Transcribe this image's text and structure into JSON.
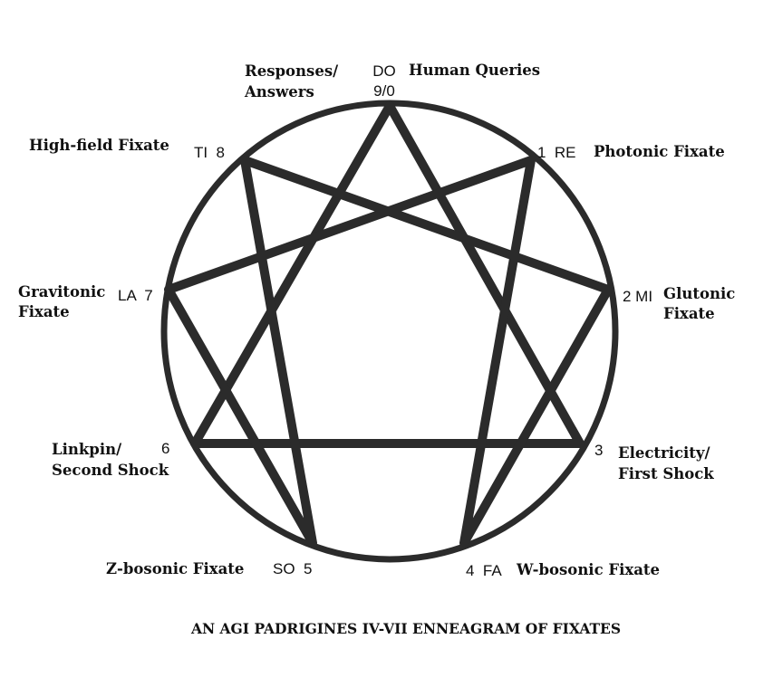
{
  "nodes": {
    "n9": {
      "note": "DO",
      "number": "9/0",
      "label_lines": [
        "Human Queries"
      ],
      "extra_lines": [
        "Responses/",
        "Answers"
      ]
    },
    "n1": {
      "tag": "1  RE",
      "label_lines": [
        "Photonic Fixate"
      ]
    },
    "n2": {
      "tag": "2 MI",
      "label_lines": [
        "Glutonic",
        "Fixate"
      ]
    },
    "n3": {
      "tag": "3",
      "label_lines": [
        "Electricity/",
        "First Shock"
      ]
    },
    "n4": {
      "tag": "4  FA",
      "label_lines": [
        "W-bosonic Fixate"
      ]
    },
    "n5": {
      "tag": "SO  5",
      "label_lines": [
        "Z-bosonic Fixate"
      ]
    },
    "n6": {
      "tag": "6",
      "label_lines": [
        "Linkpin/",
        "Second Shock"
      ]
    },
    "n7": {
      "tag": "LA  7",
      "label_lines": [
        "Gravitonic",
        "Fixate"
      ]
    },
    "n8": {
      "tag": "TI  8",
      "label_lines": [
        "High-field Fixate"
      ]
    }
  },
  "caption": "AN AGI PADRIGINES IV-VII ENNEAGRAM OF FIXATES",
  "colors": {
    "stroke": "#2b2b2b",
    "text": "#111111",
    "background": "#ffffff"
  }
}
